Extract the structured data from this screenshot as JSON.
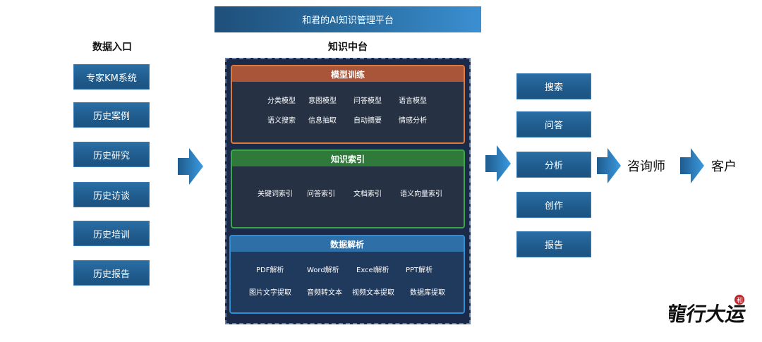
{
  "banner": {
    "title": "和君的AI知识管理平台"
  },
  "left": {
    "title": "数据入口",
    "items": [
      "专家KM系统",
      "历史案例",
      "历史研究",
      "历史访谈",
      "历史培训",
      "历史报告"
    ]
  },
  "center": {
    "title": "知识中台",
    "panels": [
      {
        "title": "模型训练",
        "items": [
          "分类模型",
          "意图模型",
          "问答模型",
          "语言模型",
          "语义搜索",
          "信息抽取",
          "自动摘要",
          "情感分析"
        ]
      },
      {
        "title": "知识索引",
        "items": [
          "关键词索引",
          "问答索引",
          "文档索引",
          "语义向量索引"
        ]
      },
      {
        "title": "数据解析",
        "items": [
          "PDF解析",
          "Word解析",
          "Excel解析",
          "PPT解析",
          "图片文字提取",
          "音频转文本",
          "视频文本提取",
          "数据库提取"
        ]
      }
    ]
  },
  "right": {
    "items": [
      "搜索",
      "问答",
      "分析",
      "创作",
      "报告"
    ]
  },
  "flow": {
    "consultant": "咨询师",
    "customer": "客户"
  },
  "colors": {
    "blue": "#1f5b8c",
    "panel_orange": "#e07a3a",
    "panel_green": "#3aa84a",
    "panel_blue": "#2f8fd6"
  },
  "logo": {
    "text": "龍行大运",
    "seal": "和"
  }
}
